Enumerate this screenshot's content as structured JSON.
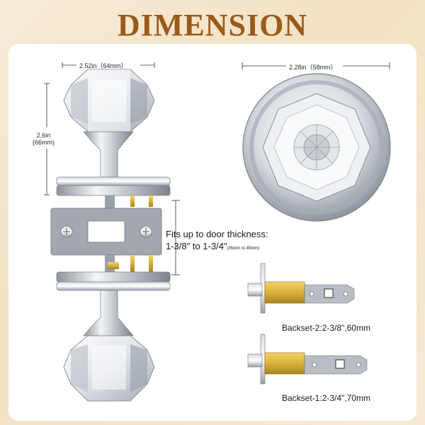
{
  "title": "DIMENSION",
  "knob_width": "2.52in（64mm）",
  "knob_height_line1": "2.6in",
  "knob_height_line2": "(66mm)",
  "rose_diameter": "2.28in（58mm）",
  "fits_line1": "Fits up to door thickness:",
  "fits_line2": "1-3/8\" to 1-3/4\"",
  "fits_line2_small": "(35mm to 45mm)",
  "backset_2": "Backset-2:2-3/8\",60mm",
  "backset_1": "Backset-1:2-3/4\",70mm",
  "colors": {
    "title": "#9a5a1c",
    "background": "#f3e2c4",
    "brass": "#d9b03a",
    "chrome": "#b8bcc2"
  }
}
